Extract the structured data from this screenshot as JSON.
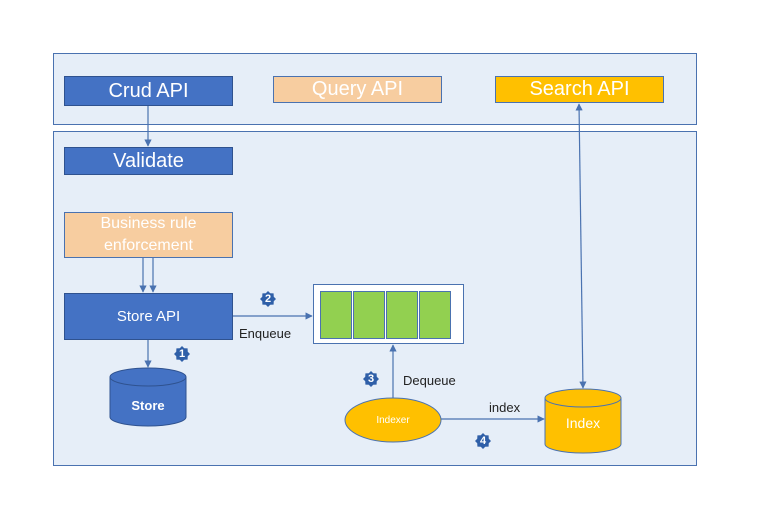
{
  "top": {
    "crud_api": "Crud API",
    "query_api": "Query API",
    "search_api": "Search API"
  },
  "service": {
    "validate": "Validate",
    "business_rule": "Business rule enforcement",
    "store_api": "Store API",
    "store": "Store",
    "indexer": "Indexer",
    "index": "Index"
  },
  "edges": {
    "enqueue": "Enqueue",
    "dequeue": "Dequeue",
    "index": "index"
  },
  "steps": [
    "1",
    "2",
    "3",
    "4"
  ],
  "colors": {
    "panel_fill": "#e6eef8",
    "blue": "#4472c4",
    "peach": "#f7cda0",
    "gold": "#ffc000",
    "queue_slot": "#92d050",
    "connector": "#4a72b0"
  }
}
